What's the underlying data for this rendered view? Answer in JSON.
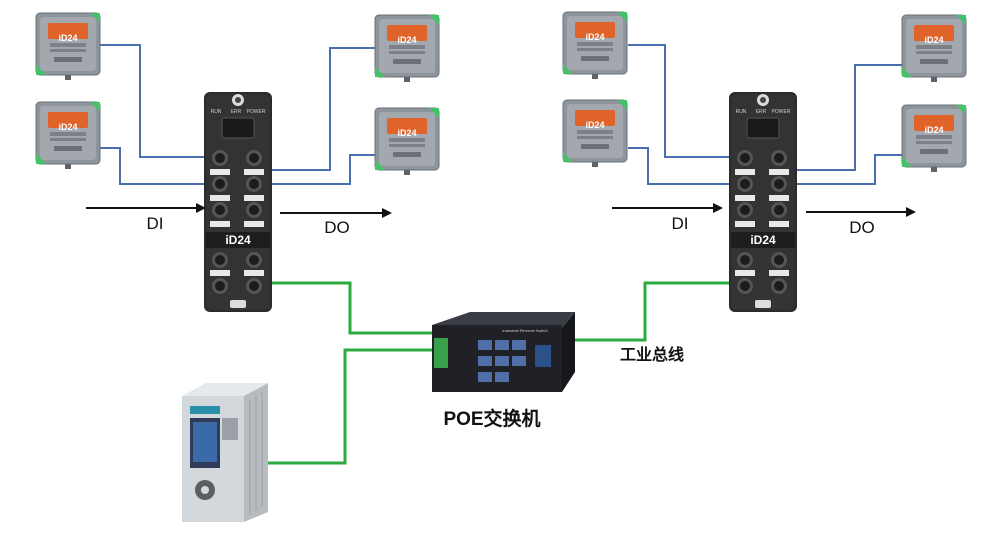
{
  "labels": {
    "di_left": "DI",
    "do_left": "DO",
    "di_right": "DI",
    "do_right": "DO",
    "switch": "POE交换机",
    "bus": "工业总线"
  },
  "device_text": {
    "sensor_brand": "iD24",
    "io_brand": "iD24",
    "io_top_left": "RUN",
    "io_top_mid": "ERR",
    "io_top_right": "POWER",
    "switch_brand": "Industrial Ethernet Switch"
  },
  "colors": {
    "signal_line": "#4a6fb0",
    "bus_line": "#2bab3f",
    "arrow": "#111111",
    "sensor_body": "#8d949b",
    "sensor_screen": "#e0632a",
    "io_body": "#2a2a2a",
    "switch_body": "#1f2126",
    "plc_body": "#d3d8dc"
  },
  "icons": {
    "sensor": "sensor-device-icon",
    "io_module": "io-module-icon",
    "switch": "ethernet-switch-icon",
    "plc": "plc-controller-icon"
  }
}
